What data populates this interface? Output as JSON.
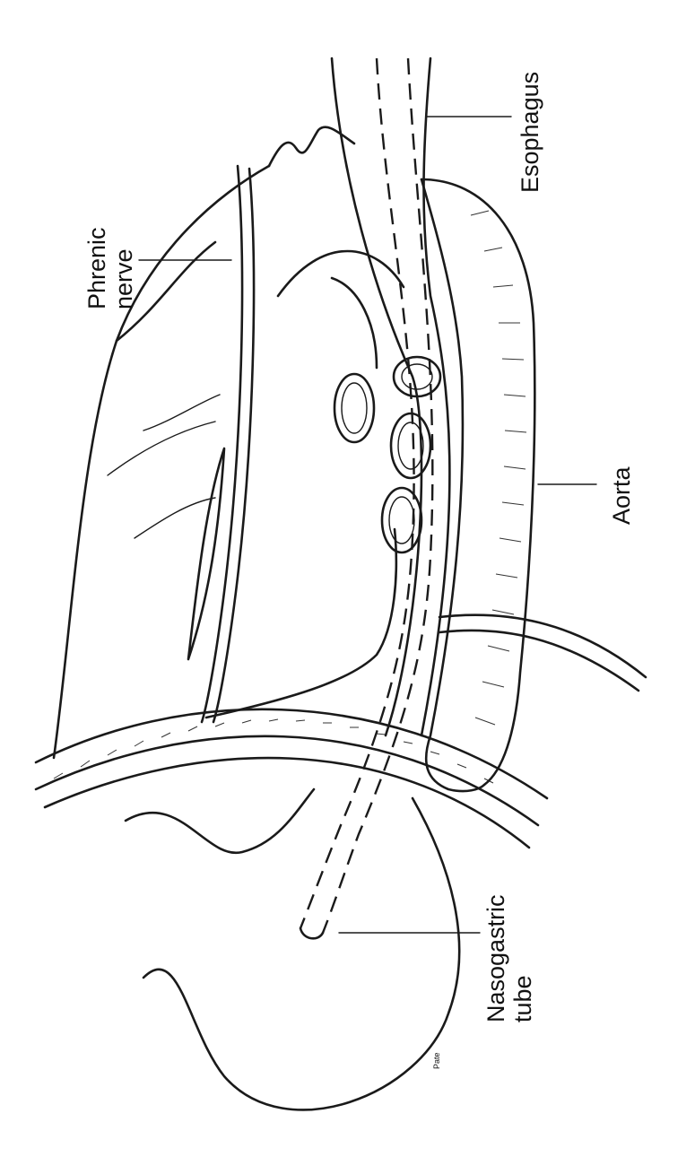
{
  "labels": {
    "esophagus": "Esophagus",
    "phrenic": "Phrenic\nnerve",
    "aorta": "Aorta",
    "nasogastric": "Nasogastric\ntube"
  },
  "signature": "Pate",
  "colors": {
    "ink": "#1a1a1a",
    "background": "#ffffff"
  }
}
